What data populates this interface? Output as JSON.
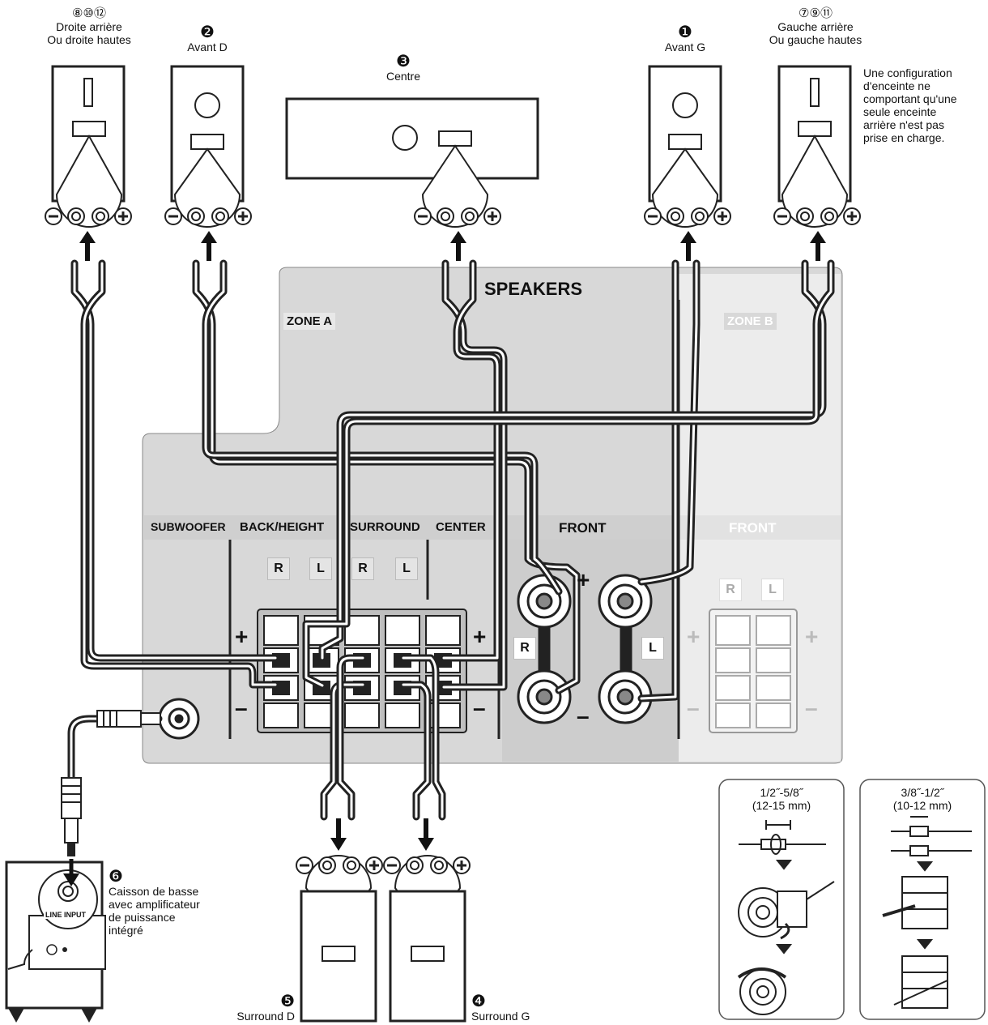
{
  "speakers": {
    "rear_right": {
      "number": "⑧⑩⑫",
      "line1": "Droite arrière",
      "line2": "Ou droite hautes"
    },
    "front_right": {
      "number": "❷",
      "line1": "Avant D"
    },
    "center": {
      "number": "❸",
      "line1": "Centre"
    },
    "front_left": {
      "number": "❶",
      "line1": "Avant G"
    },
    "rear_left": {
      "number": "⑦⑨⑪",
      "line1": "Gauche arrière",
      "line2": "Ou gauche hautes"
    },
    "surround_right": {
      "number": "❺",
      "line1": "Surround D"
    },
    "surround_left": {
      "number": "❹",
      "line1": "Surround G"
    },
    "subwoofer": {
      "number": "❻",
      "line1": "Caisson de basse",
      "line2": "avec amplificateur",
      "line3": "de puissance",
      "line4": "intégré",
      "jack_label": "LINE INPUT"
    }
  },
  "note": {
    "line1": "Une configuration",
    "line2": "d'enceinte ne",
    "line3": "comportant qu'une",
    "line4": "seule enceinte",
    "line5": "arrière n'est pas",
    "line6": "prise en charge."
  },
  "panel": {
    "title": "SPEAKERS",
    "zone_a": "ZONE A",
    "zone_b": "ZONE B",
    "sections": {
      "subwoofer": "SUBWOOFER",
      "back_height": "BACK/HEIGHT",
      "surround": "SURROUND",
      "center": "CENTER",
      "front": "FRONT",
      "front_b": "FRONT"
    },
    "channels": {
      "r": "R",
      "l": "L"
    },
    "plus": "+",
    "minus": "–"
  },
  "strip_guides": {
    "screw": {
      "inch": "1/2˝-5/8˝",
      "mm": "(12-15 mm)"
    },
    "push": {
      "inch": "3/8˝-1/2˝",
      "mm": "(10-12 mm)"
    }
  },
  "colors": {
    "panel": "#d9d9d9",
    "panel_dark": "#cfcfcf",
    "zone_b": "#ececec",
    "wire": "#2a2a2a",
    "line": "#222222"
  }
}
